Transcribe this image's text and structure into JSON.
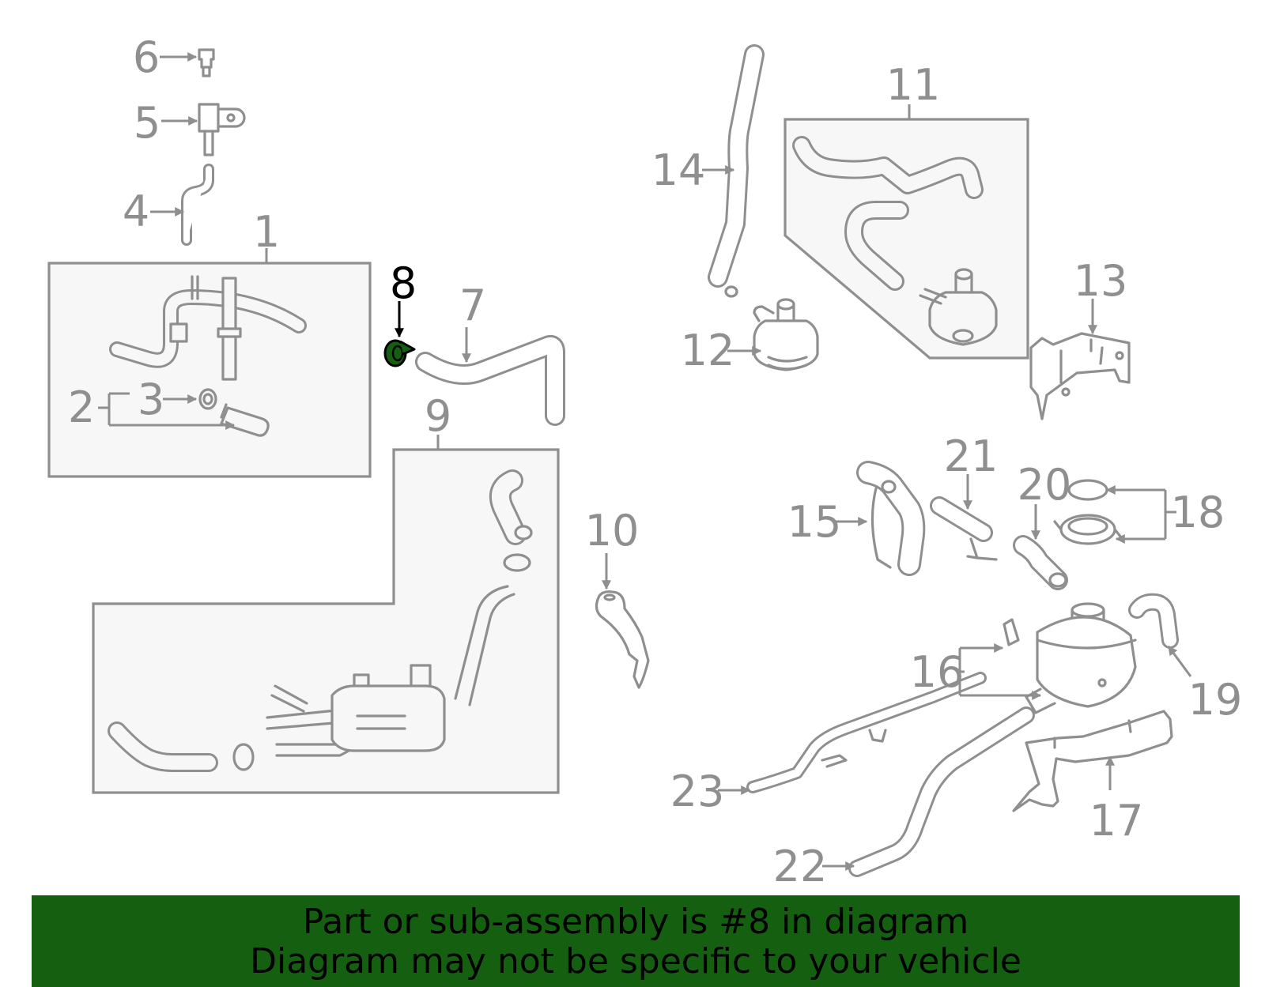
{
  "diagram": {
    "highlight_label": "8",
    "labels": {
      "p1": "1",
      "p2": "2",
      "p3": "3",
      "p4": "4",
      "p5": "5",
      "p6": "6",
      "p7": "7",
      "p8": "8",
      "p9": "9",
      "p10": "10",
      "p11": "11",
      "p12": "12",
      "p13": "13",
      "p14": "14",
      "p15": "15",
      "p16": "16",
      "p17": "17",
      "p18": "18",
      "p19": "19",
      "p20": "20",
      "p21": "21",
      "p22": "22",
      "p23": "23"
    }
  },
  "colors": {
    "line_art": "#8f8f8f",
    "highlight_part": "#146010",
    "banner_background": "#146010",
    "banner_text": "#000000"
  },
  "banner": {
    "line1": "Part or sub-assembly is #8 in diagram",
    "line2": "Diagram may not be specific to your vehicle"
  }
}
